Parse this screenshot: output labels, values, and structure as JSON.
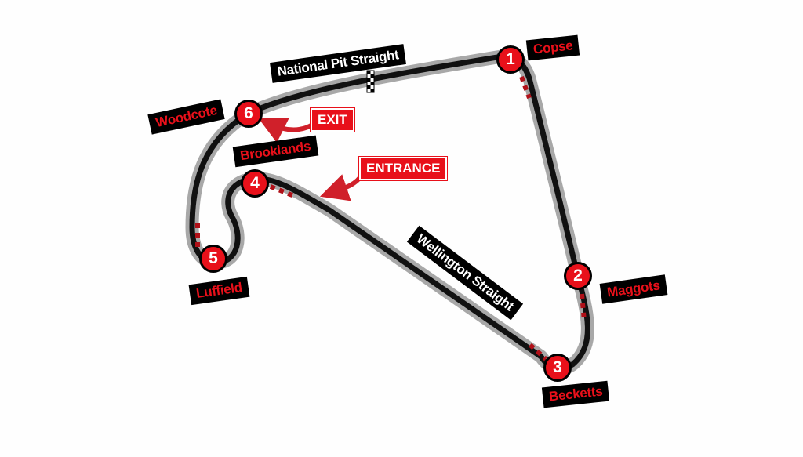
{
  "track": {
    "straights": [
      "National Pit Straight",
      "Wellington Straight"
    ],
    "corners": [
      {
        "number": "1",
        "name": "Copse"
      },
      {
        "number": "2",
        "name": "Maggots"
      },
      {
        "number": "3",
        "name": "Becketts"
      },
      {
        "number": "4",
        "name": "Brooklands"
      },
      {
        "number": "5",
        "name": "Luffield"
      },
      {
        "number": "6",
        "name": "Woodcote"
      }
    ],
    "callouts": {
      "exit": "EXIT",
      "entrance": "ENTRANCE"
    }
  },
  "colors": {
    "track": "#111111",
    "runoff": "#a8a8a8",
    "accent": "#e8101a"
  }
}
